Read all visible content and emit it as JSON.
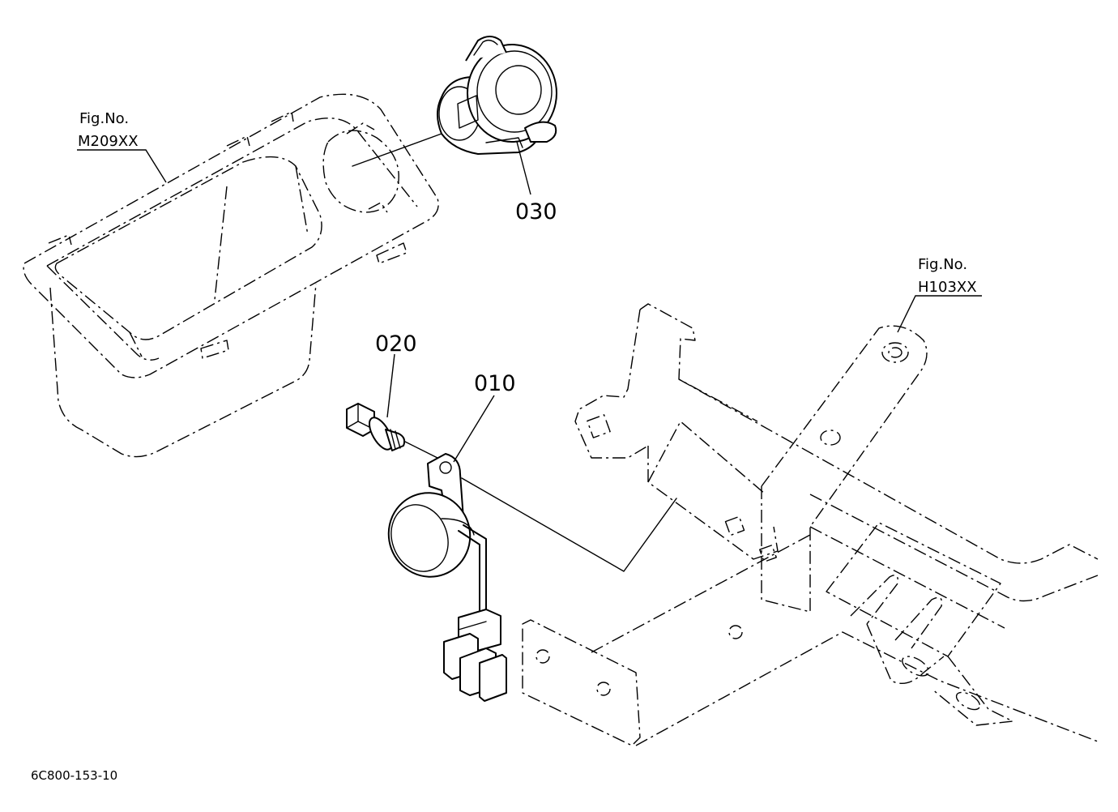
{
  "figure_refs": {
    "left": {
      "line1": "Fig.No.",
      "line2": "M209XX"
    },
    "right": {
      "line1": "Fig.No.",
      "line2": "H103XX"
    }
  },
  "parts": {
    "p010": "010",
    "p020": "020",
    "p030": "030"
  },
  "drawing_code": "6C800-153-10"
}
